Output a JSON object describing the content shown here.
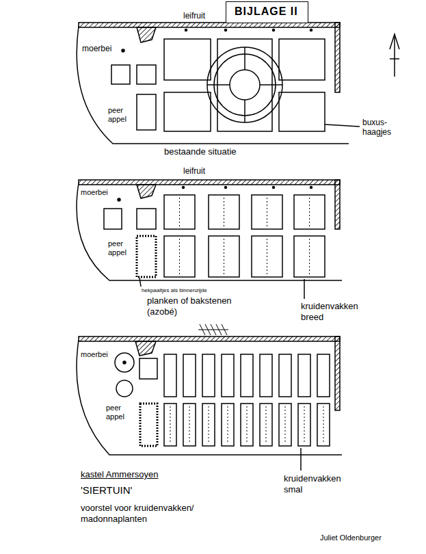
{
  "diagram": {
    "nodes": [
      {
        "text": [
          "BIJLAGE II"
        ]
      }
    ],
    "labels": [
      "leifruit",
      "moerbei",
      "peer appel",
      "buxus- haagjes",
      "bestaande situatie",
      "leifruit",
      "moerbei",
      "peer appel",
      "hekpaaltjes als binnenzijde",
      "planken of bakstenen (azobé)",
      "kruidenvakken breed",
      "moerbei",
      "peer appel",
      "kruidenvakken smal",
      "kastel Ammersoyen",
      "'SIERTUIN'",
      "voorstel voor kruidenvakken/ madonnaplanten",
      "Juliet Oldenburger"
    ]
  }
}
